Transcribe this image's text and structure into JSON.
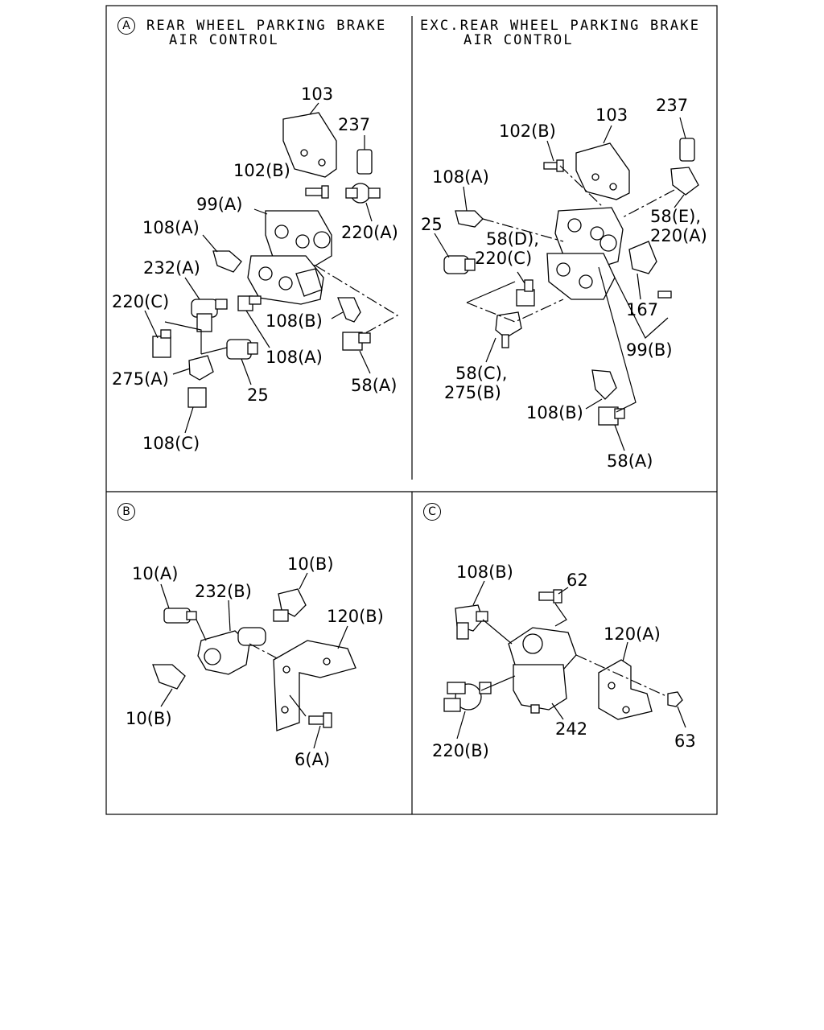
{
  "panels": {
    "a": {
      "marker": "A",
      "title_line1": "REAR WHEEL PARKING BRAKE",
      "title_line2": "AIR CONTROL",
      "labels": [
        "103",
        "237",
        "102(B)",
        "99(A)",
        "220(A)",
        "108(A)",
        "232(A)",
        "220(C)",
        "108(B)",
        "108(A)",
        "58(A)",
        "275(A)",
        "25",
        "108(C)"
      ]
    },
    "exc": {
      "title_line1": "EXC.REAR WHEEL PARKING BRAKE",
      "title_line2": "AIR CONTROL",
      "labels": [
        "237",
        "103",
        "102(B)",
        "108(A)",
        "58(E),",
        "220(A)",
        "25",
        "58(D),",
        "220(C)",
        "167",
        "99(B)",
        "58(C),",
        "275(B)",
        "108(B)",
        "58(A)"
      ]
    },
    "b": {
      "marker": "B",
      "labels": [
        "10(B)",
        "10(A)",
        "232(B)",
        "120(B)",
        "10(B)",
        "6(A)"
      ]
    },
    "c": {
      "marker": "C",
      "labels": [
        "108(B)",
        "62",
        "120(A)",
        "242",
        "220(B)",
        "63"
      ]
    }
  }
}
